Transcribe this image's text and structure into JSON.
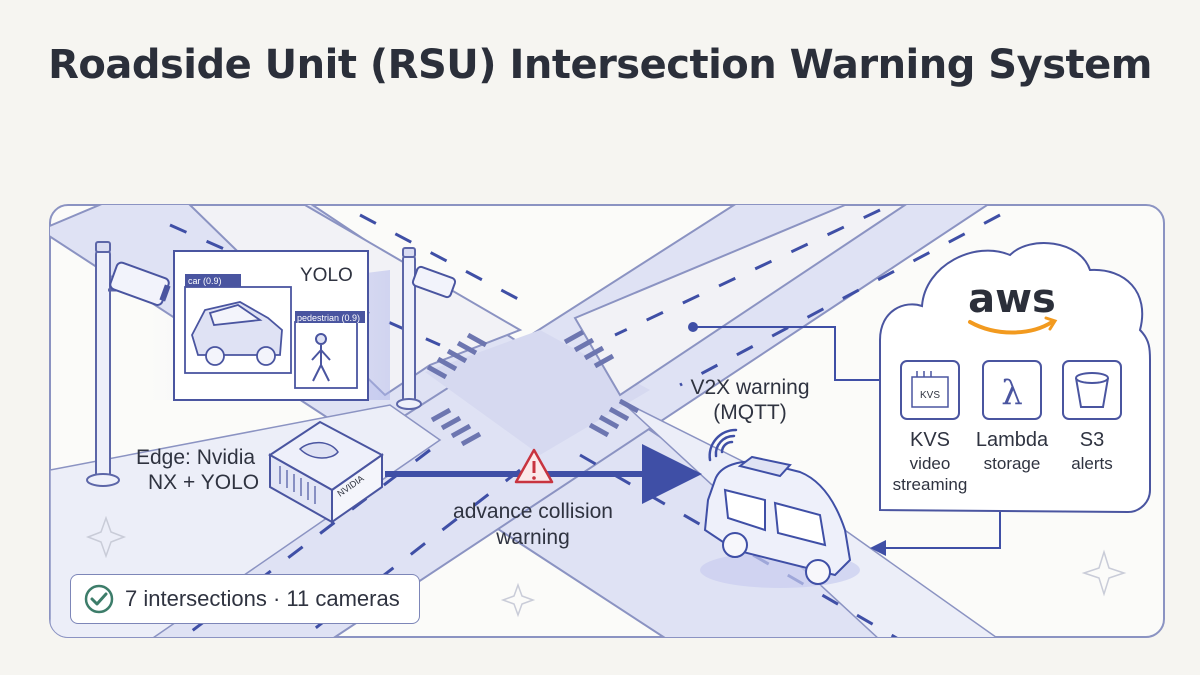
{
  "title": "Roadside Unit (RSU) Intersection Warning System",
  "detection": {
    "model_label": "YOLO",
    "car_box_label": "car (0.9)",
    "pedestrian_box_label": "pedestrian (0.9)"
  },
  "edge": {
    "line1": "Edge: Nvidia",
    "line2": "NX + YOLO",
    "chip_logo_text": "NVIDIA"
  },
  "collision": {
    "line1": "advance collision",
    "line2": "warning"
  },
  "v2x": {
    "line1": "V2X warning",
    "line2": "(MQTT)"
  },
  "aws": {
    "logo": "aws",
    "services": [
      {
        "icon_text": "KVS",
        "name": "KVS",
        "desc_line1": "video",
        "desc_line2": "streaming"
      },
      {
        "icon_text": "λ",
        "name": "Lambda",
        "desc_line1": "storage",
        "desc_line2": ""
      },
      {
        "icon_text": "",
        "name": "S3",
        "desc_line1": "alerts",
        "desc_line2": ""
      }
    ]
  },
  "stats": {
    "label": "7 intersections · 11 cameras"
  },
  "colors": {
    "accent": "#3f4fa6",
    "road": "#dde0f3",
    "outline": "#7d86b8",
    "warning": "#c8343f",
    "aws_orange": "#f29a1f",
    "check": "#3d7d6a"
  }
}
